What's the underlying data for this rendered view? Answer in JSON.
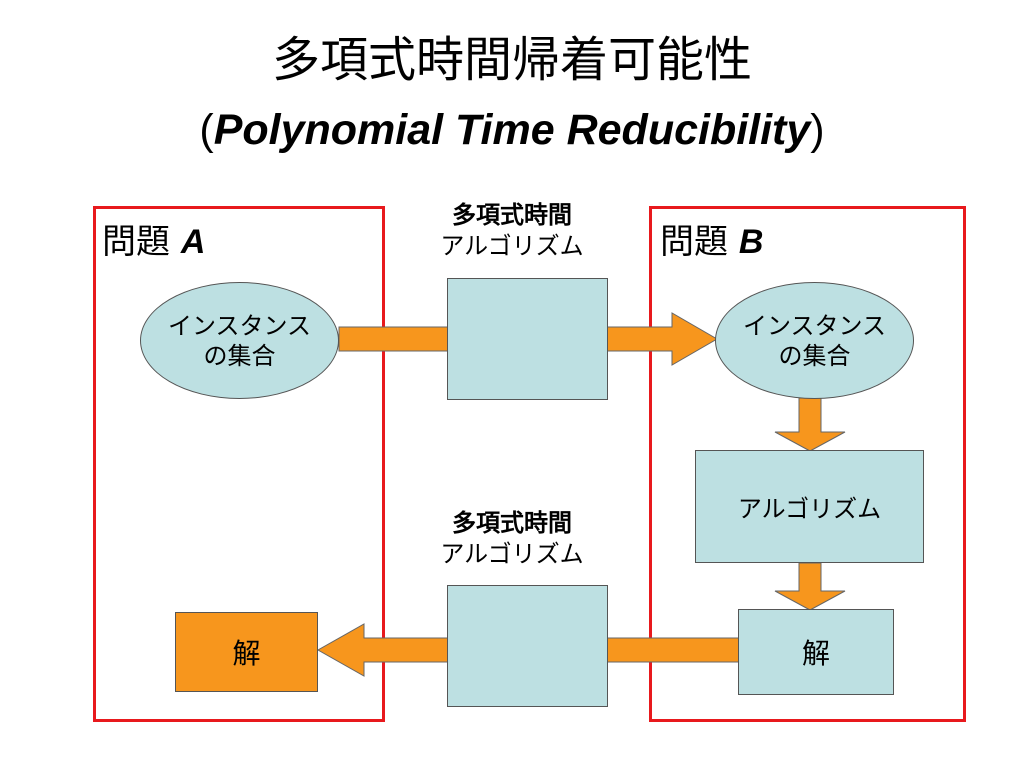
{
  "title": {
    "line1": "多項式時間帰着可能性",
    "open_paren": "(",
    "english": "Polynomial Time Reducibility",
    "close_paren": ")"
  },
  "problem_a": {
    "label_prefix": "問題",
    "label_letter": "A",
    "instance_line1": "インスタンス",
    "instance_line2": "の集合",
    "solution": "解"
  },
  "problem_b": {
    "label_prefix": "問題",
    "label_letter": "B",
    "instance_line1": "インスタンス",
    "instance_line2": "の集合",
    "algorithm": "アルゴリズム",
    "solution": "解"
  },
  "reduction_top": {
    "caption_line1": "多項式時間",
    "caption_line2": "アルゴリズム"
  },
  "reduction_bottom": {
    "caption_line1": "多項式時間",
    "caption_line2": "アルゴリズム"
  },
  "colors": {
    "frame": "#e8191d",
    "box_fill": "#bde0e2",
    "arrow_fill": "#f7961d",
    "solution_a_fill": "#f7961d"
  }
}
